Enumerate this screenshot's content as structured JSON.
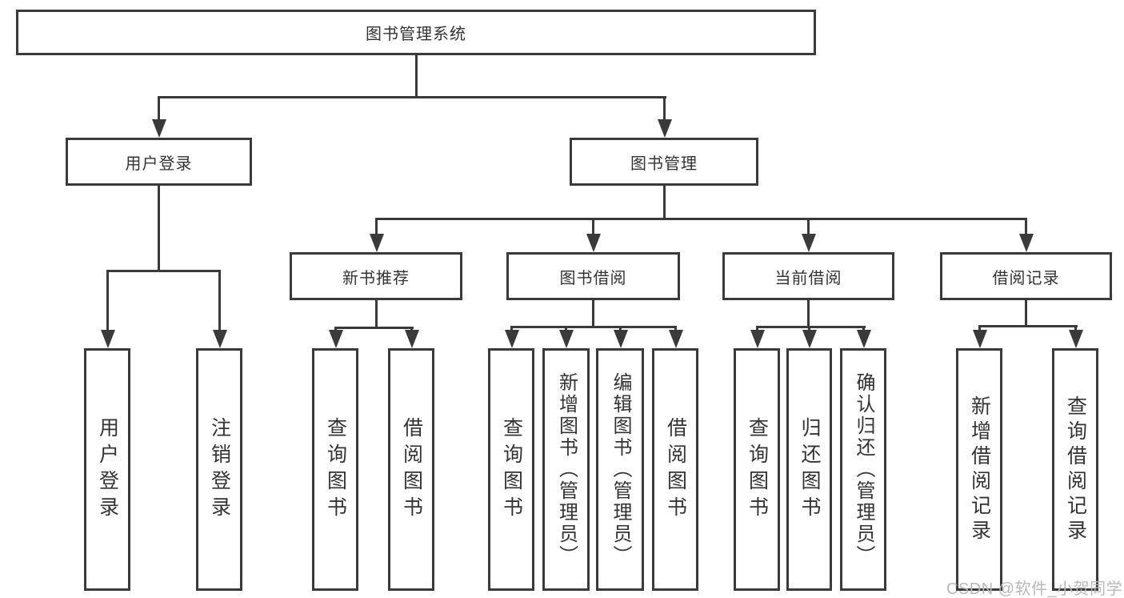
{
  "diagram": {
    "type": "hierarchy-tree",
    "root": {
      "label": "图书管理系统"
    },
    "branches": [
      {
        "label": "用户登录",
        "children": [
          {
            "label": "用户登录"
          },
          {
            "label": "注销登录"
          }
        ]
      },
      {
        "label": "图书管理",
        "children": [
          {
            "label": "新书推荐",
            "children": [
              {
                "label": "查询图书"
              },
              {
                "label": "借阅图书"
              }
            ]
          },
          {
            "label": "图书借阅",
            "children": [
              {
                "label": "查询图书"
              },
              {
                "label": "新增图书（管理员）"
              },
              {
                "label": "编辑图书（管理员）"
              },
              {
                "label": "借阅图书"
              }
            ]
          },
          {
            "label": "当前借阅",
            "children": [
              {
                "label": "查询图书"
              },
              {
                "label": "归还图书"
              },
              {
                "label": "确认归还（管理员）"
              }
            ]
          },
          {
            "label": "借阅记录",
            "children": [
              {
                "label": "新增借阅记录"
              },
              {
                "label": "查询借阅记录"
              }
            ]
          }
        ]
      }
    ]
  },
  "watermark": "CSDN @软件_小贺同学",
  "colors": {
    "line": "#3a3a3a",
    "text": "#333333",
    "watermark": "#b9b9b9",
    "background": "#ffffff"
  }
}
